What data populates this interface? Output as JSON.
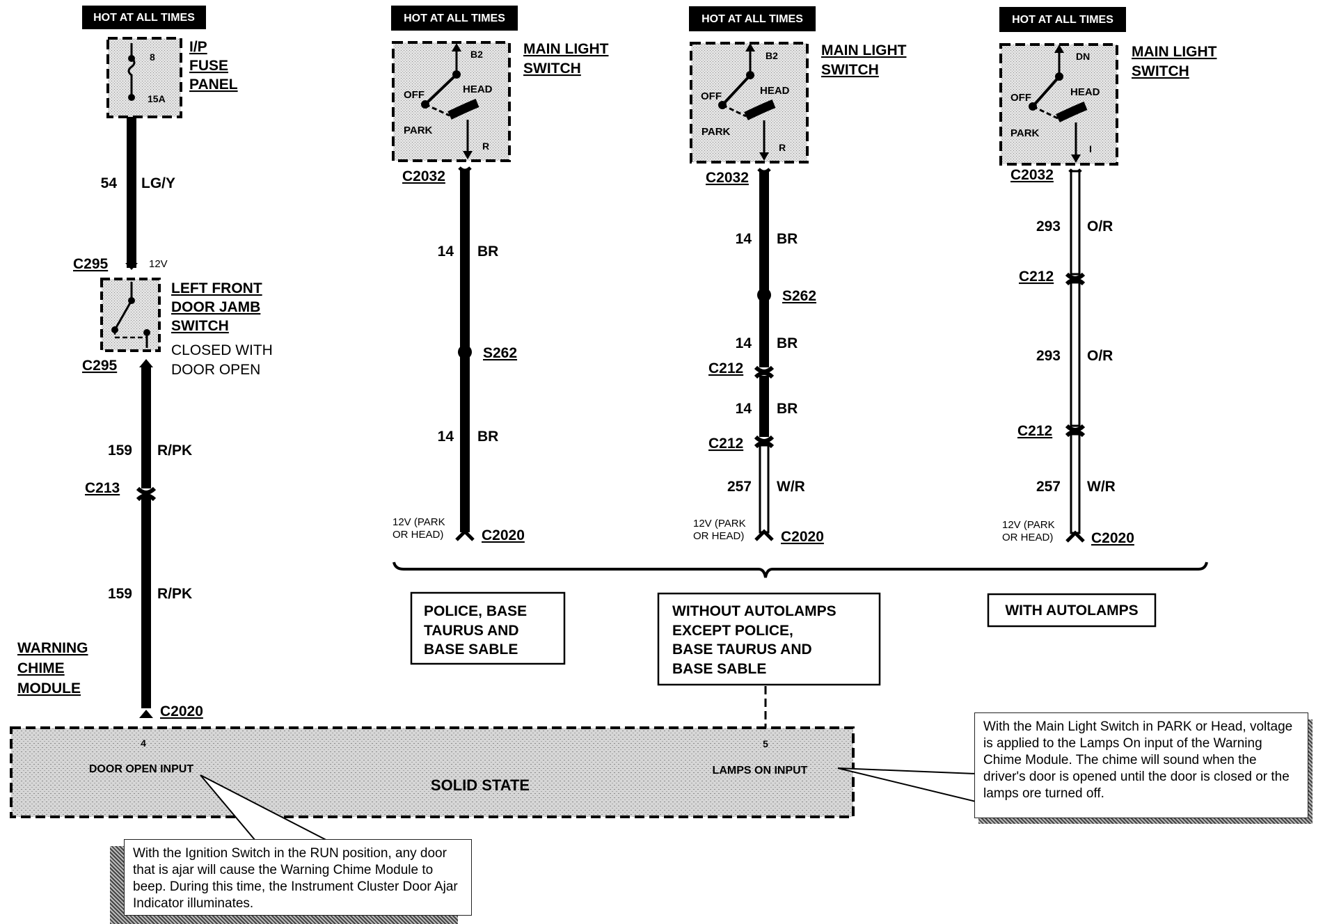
{
  "col1": {
    "hot": "HOT AT ALL TIMES",
    "fuse_label": [
      "I/P",
      "FUSE",
      "PANEL"
    ],
    "fuse_number": "8",
    "fuse_rating": "15A",
    "wire1_circuit": "54",
    "wire1_color": "LG/Y",
    "conn_top": "C295",
    "voltage_12v": "12V",
    "switch_label": [
      "LEFT FRONT",
      "DOOR JAMB",
      "SWITCH"
    ],
    "switch_state": [
      "CLOSED WITH",
      "DOOR OPEN"
    ],
    "conn_bottom": "C295",
    "wire2_circuit": "159",
    "wire2_color": "R/PK",
    "conn_mid": "C213",
    "wire3_circuit": "159",
    "wire3_color": "R/PK",
    "module_label": [
      "WARNING",
      "CHIME",
      "MODULE"
    ],
    "conn_module": "C2020"
  },
  "col2": {
    "hot": "HOT AT ALL TIMES",
    "switch_label": [
      "MAIN LIGHT",
      "SWITCH"
    ],
    "terminal_top": "B2",
    "pos_off": "OFF",
    "pos_head": "HEAD",
    "pos_park": "PARK",
    "terminal_bottom": "R",
    "conn_top": "C2032",
    "wire1_circuit": "14",
    "wire1_color": "BR",
    "splice": "S262",
    "wire2_circuit": "14",
    "wire2_color": "BR",
    "voltage": [
      "12V (PARK",
      "OR HEAD)"
    ],
    "conn_bottom": "C2020",
    "variant": [
      "POLICE, BASE",
      "TAURUS AND",
      "BASE SABLE"
    ]
  },
  "col3": {
    "hot": "HOT AT ALL TIMES",
    "switch_label": [
      "MAIN LIGHT",
      "SWITCH"
    ],
    "terminal_top": "B2",
    "pos_off": "OFF",
    "pos_head": "HEAD",
    "pos_park": "PARK",
    "terminal_bottom": "R",
    "conn_top": "C2032",
    "wire1_circuit": "14",
    "wire1_color": "BR",
    "splice": "S262",
    "wire2_circuit": "14",
    "wire2_color": "BR",
    "conn_mid1": "C212",
    "wire3_circuit": "14",
    "wire3_color": "BR",
    "conn_mid2": "C212",
    "wire4_circuit": "257",
    "wire4_color": "W/R",
    "voltage": [
      "12V (PARK",
      "OR HEAD)"
    ],
    "conn_bottom": "C2020",
    "variant": [
      "WITHOUT AUTOLAMPS",
      "EXCEPT POLICE,",
      "BASE TAURUS AND",
      "BASE SABLE"
    ]
  },
  "col4": {
    "hot": "HOT AT ALL TIMES",
    "switch_label": [
      "MAIN LIGHT",
      "SWITCH"
    ],
    "terminal_top": "DN",
    "pos_off": "OFF",
    "pos_head": "HEAD",
    "pos_park": "PARK",
    "terminal_bottom": "I",
    "conn_top": "C2032",
    "wire1_circuit": "293",
    "wire1_color": "O/R",
    "conn_mid1": "C212",
    "wire2_circuit": "293",
    "wire2_color": "O/R",
    "conn_mid2": "C212",
    "wire3_circuit": "257",
    "wire3_color": "W/R",
    "voltage": [
      "12V (PARK",
      "OR HEAD)"
    ],
    "conn_bottom": "C2020",
    "variant": "WITH AUTOLAMPS"
  },
  "module": {
    "pin_door": "4",
    "door_input": "DOOR OPEN INPUT",
    "solid_state": "SOLID STATE",
    "pin_lamps": "5",
    "lamps_input": "LAMPS ON INPUT"
  },
  "notes": {
    "lamps": "With the Main Light Switch in PARK or Head, voltage is applied to the Lamps On input of the Warning Chime Module.  The chime will sound when the driver's door is opened until the door is closed or the lamps ore turned off.",
    "door": "With the Ignition Switch in the RUN position, any door that is ajar will cause the Warning Chime Module to beep.  During this time, the Instrument Cluster Door Ajar Indicator illuminates."
  }
}
